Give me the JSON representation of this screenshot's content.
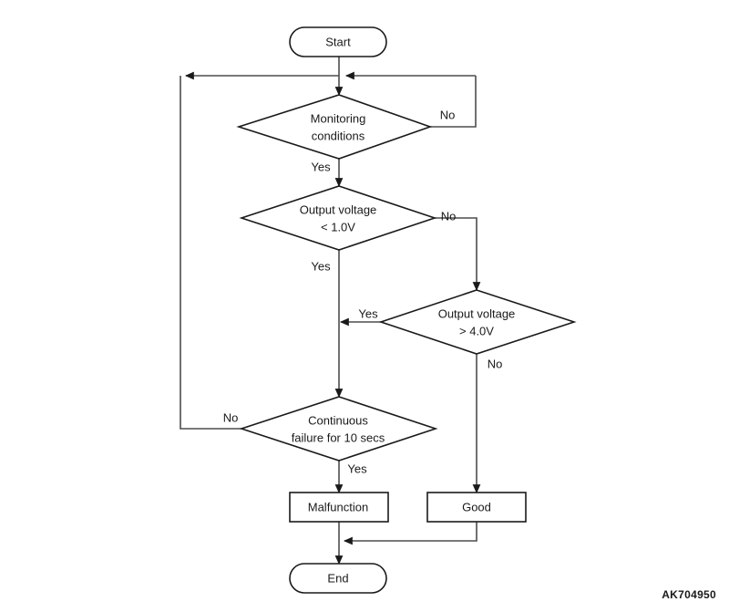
{
  "diagram": {
    "type": "flowchart",
    "title": "",
    "watermark": "AK704950",
    "accent_color": "#1a1a1a",
    "line_color": "#4d4d4d",
    "background": "#ffffff",
    "nodes": [
      {
        "id": "start",
        "shape": "terminator",
        "label": "Start"
      },
      {
        "id": "monitoring",
        "shape": "decision",
        "label_line1": "Monitoring",
        "label_line2": "conditions"
      },
      {
        "id": "volt_low",
        "shape": "decision",
        "label_line1": "Output voltage",
        "label_line2": "< 1.0V"
      },
      {
        "id": "volt_high",
        "shape": "decision",
        "label_line1": "Output voltage",
        "label_line2": "> 4.0V"
      },
      {
        "id": "continuous",
        "shape": "decision",
        "label_line1": "Continuous",
        "label_line2": "failure for 10 secs"
      },
      {
        "id": "malfunction",
        "shape": "process",
        "label": "Malfunction"
      },
      {
        "id": "good",
        "shape": "process",
        "label": "Good"
      },
      {
        "id": "end",
        "shape": "terminator",
        "label": "End"
      }
    ],
    "edge_labels": {
      "monitoring_no": "No",
      "monitoring_yes": "Yes",
      "volt_low_no": "No",
      "volt_low_yes": "Yes",
      "volt_high_yes": "Yes",
      "volt_high_no": "No",
      "continuous_no": "No",
      "continuous_yes": "Yes"
    }
  }
}
